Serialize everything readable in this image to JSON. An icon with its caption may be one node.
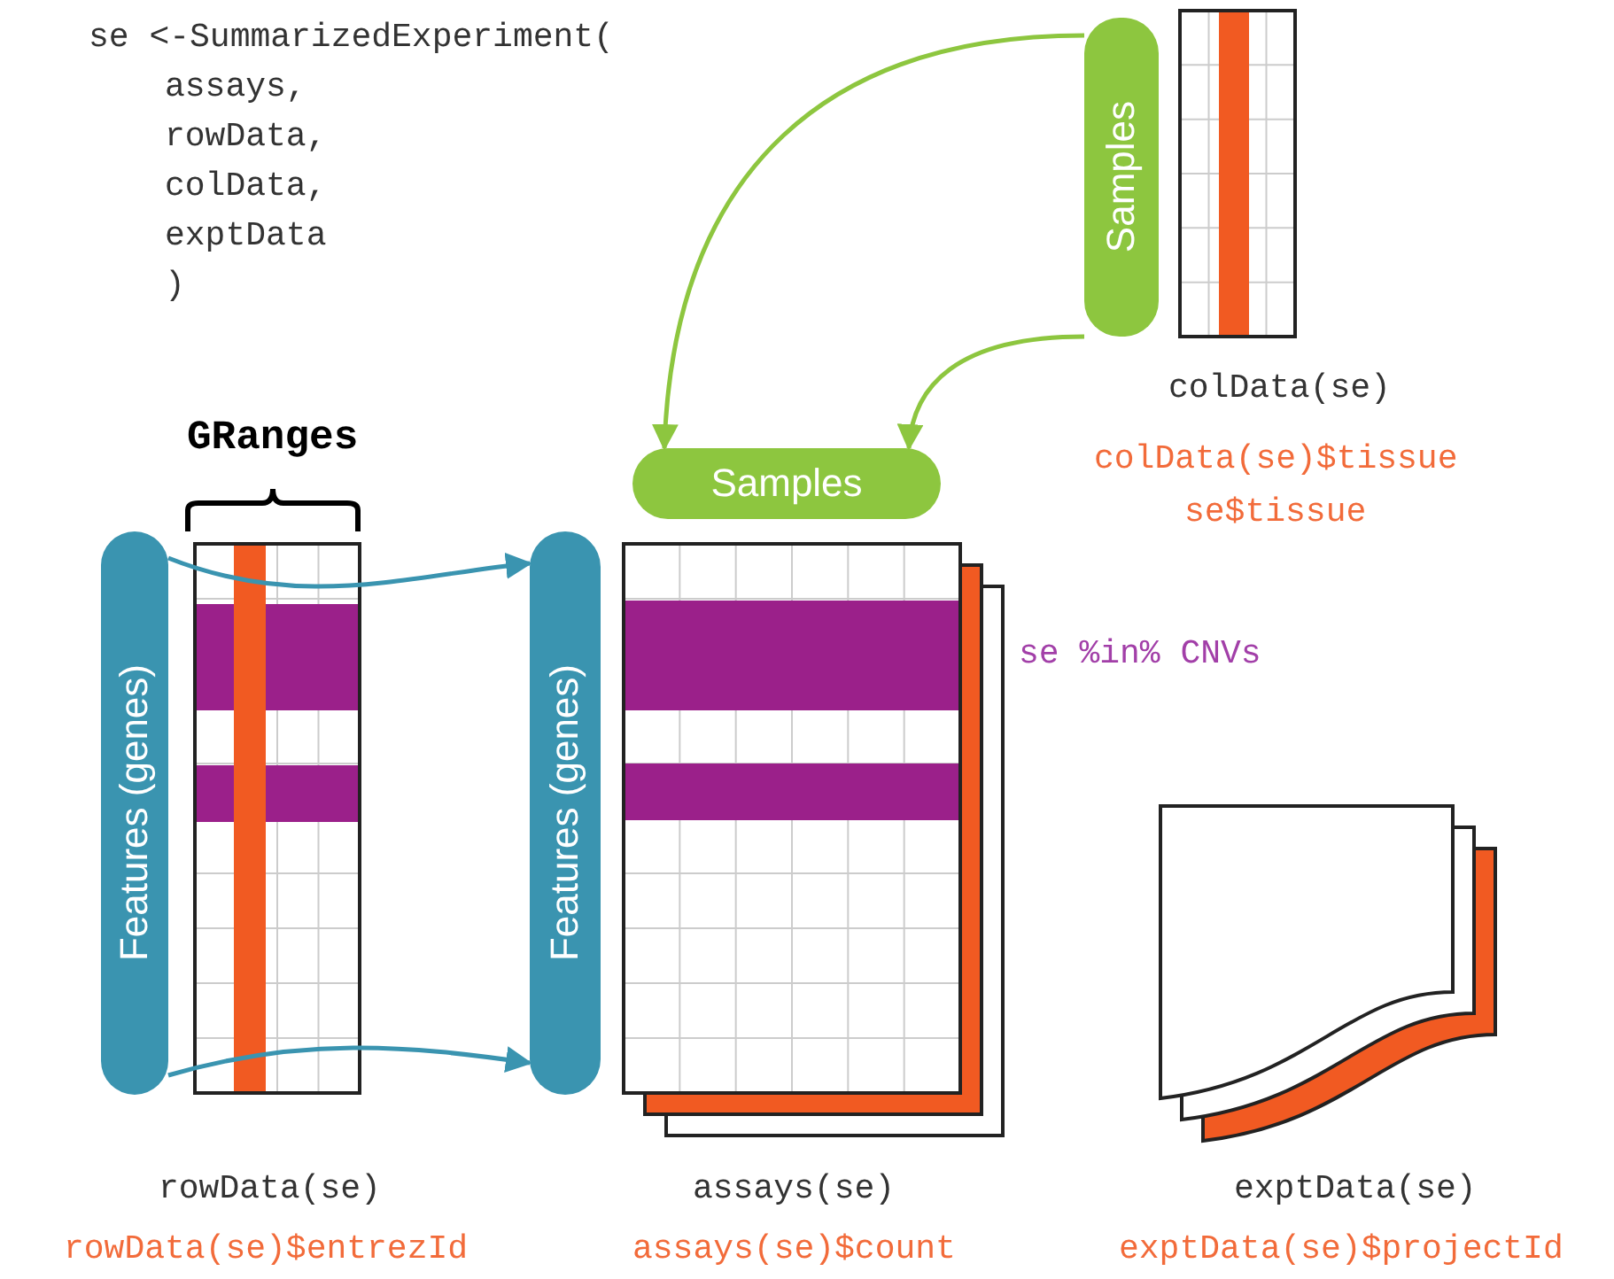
{
  "diagram": {
    "nodes": [
      {
        "text": [
          "Samples"
        ]
      },
      {
        "text": [
          "Samples"
        ]
      },
      {
        "text": [
          "Features (genes)"
        ]
      },
      {
        "text": [
          "Features (genes)"
        ]
      }
    ],
    "edges": [
      {
        "from": 0,
        "to": 1,
        "arrow": "to",
        "color": "#8dc63f"
      },
      {
        "from": 0,
        "to": 1,
        "arrow": "to",
        "color": "#8dc63f"
      },
      {
        "from": 2,
        "to": 3,
        "arrow": "to",
        "color": "#3a94b0"
      },
      {
        "from": 2,
        "to": 3,
        "arrow": "to",
        "color": "#3a94b0"
      }
    ],
    "labels": [
      "se <-SummarizedExperiment(",
      "assays,",
      "rowData,",
      "colData,",
      "exptData",
      ")",
      "colData(se)",
      "GRanges",
      "colData(se)$tissue",
      "se$tissue",
      "se %in% CNVs",
      "rowData(se)",
      "assays(se)",
      "exptData(se)",
      "rowData(se)$entrezId",
      "assays(se)$count",
      "exptData(se)$projectId"
    ]
  }
}
